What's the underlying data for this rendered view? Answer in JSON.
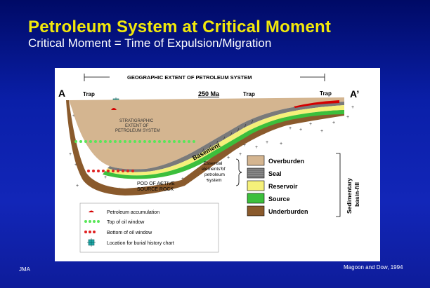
{
  "slide": {
    "title": "Petroleum System at Critical Moment",
    "subtitle": "Critical Moment = Time of Expulsion/Migration",
    "footer_left": "JMA",
    "footer_right": "Magoon and Dow, 1994"
  },
  "diagram": {
    "heading": "GEOGRAPHIC EXTENT OF PETROLEUM SYSTEM",
    "age": "250 Ma",
    "section_start": "A",
    "section_end": "A’",
    "trap_left": "Trap",
    "trap_middle": "Trap",
    "trap_right": "Trap",
    "stratigraphic_extent": [
      "STRATIGRAPHIC",
      "EXTENT OF",
      "PETROLEUM SYSTEM"
    ],
    "basement": "Basement",
    "pod_label": [
      "POD OF ACTIVE",
      "SOURCE ROCK"
    ],
    "essential_elements": [
      "Essential",
      "elements of",
      "petroleum",
      "system"
    ],
    "sedimentary_basin_fill": [
      "Sedimentary",
      "basin-fill"
    ]
  },
  "legend_layers": [
    {
      "label": "Overburden",
      "color": "#d4b590"
    },
    {
      "label": "Seal",
      "color": "#8a8a8a"
    },
    {
      "label": "Reservoir",
      "color": "#f5f07a"
    },
    {
      "label": "Source",
      "color": "#3cbf3c"
    },
    {
      "label": "Underburden",
      "color": "#8a5a2c"
    }
  ],
  "legend_symbols": [
    {
      "label": "Petroleum accumulation",
      "color": "#d40000"
    },
    {
      "label": "Top of oil window",
      "color": "#59e659"
    },
    {
      "label": "Bottom of oil window",
      "color": "#e02020"
    },
    {
      "label": "Location for burial history chart",
      "color": "#20a8a8"
    }
  ]
}
